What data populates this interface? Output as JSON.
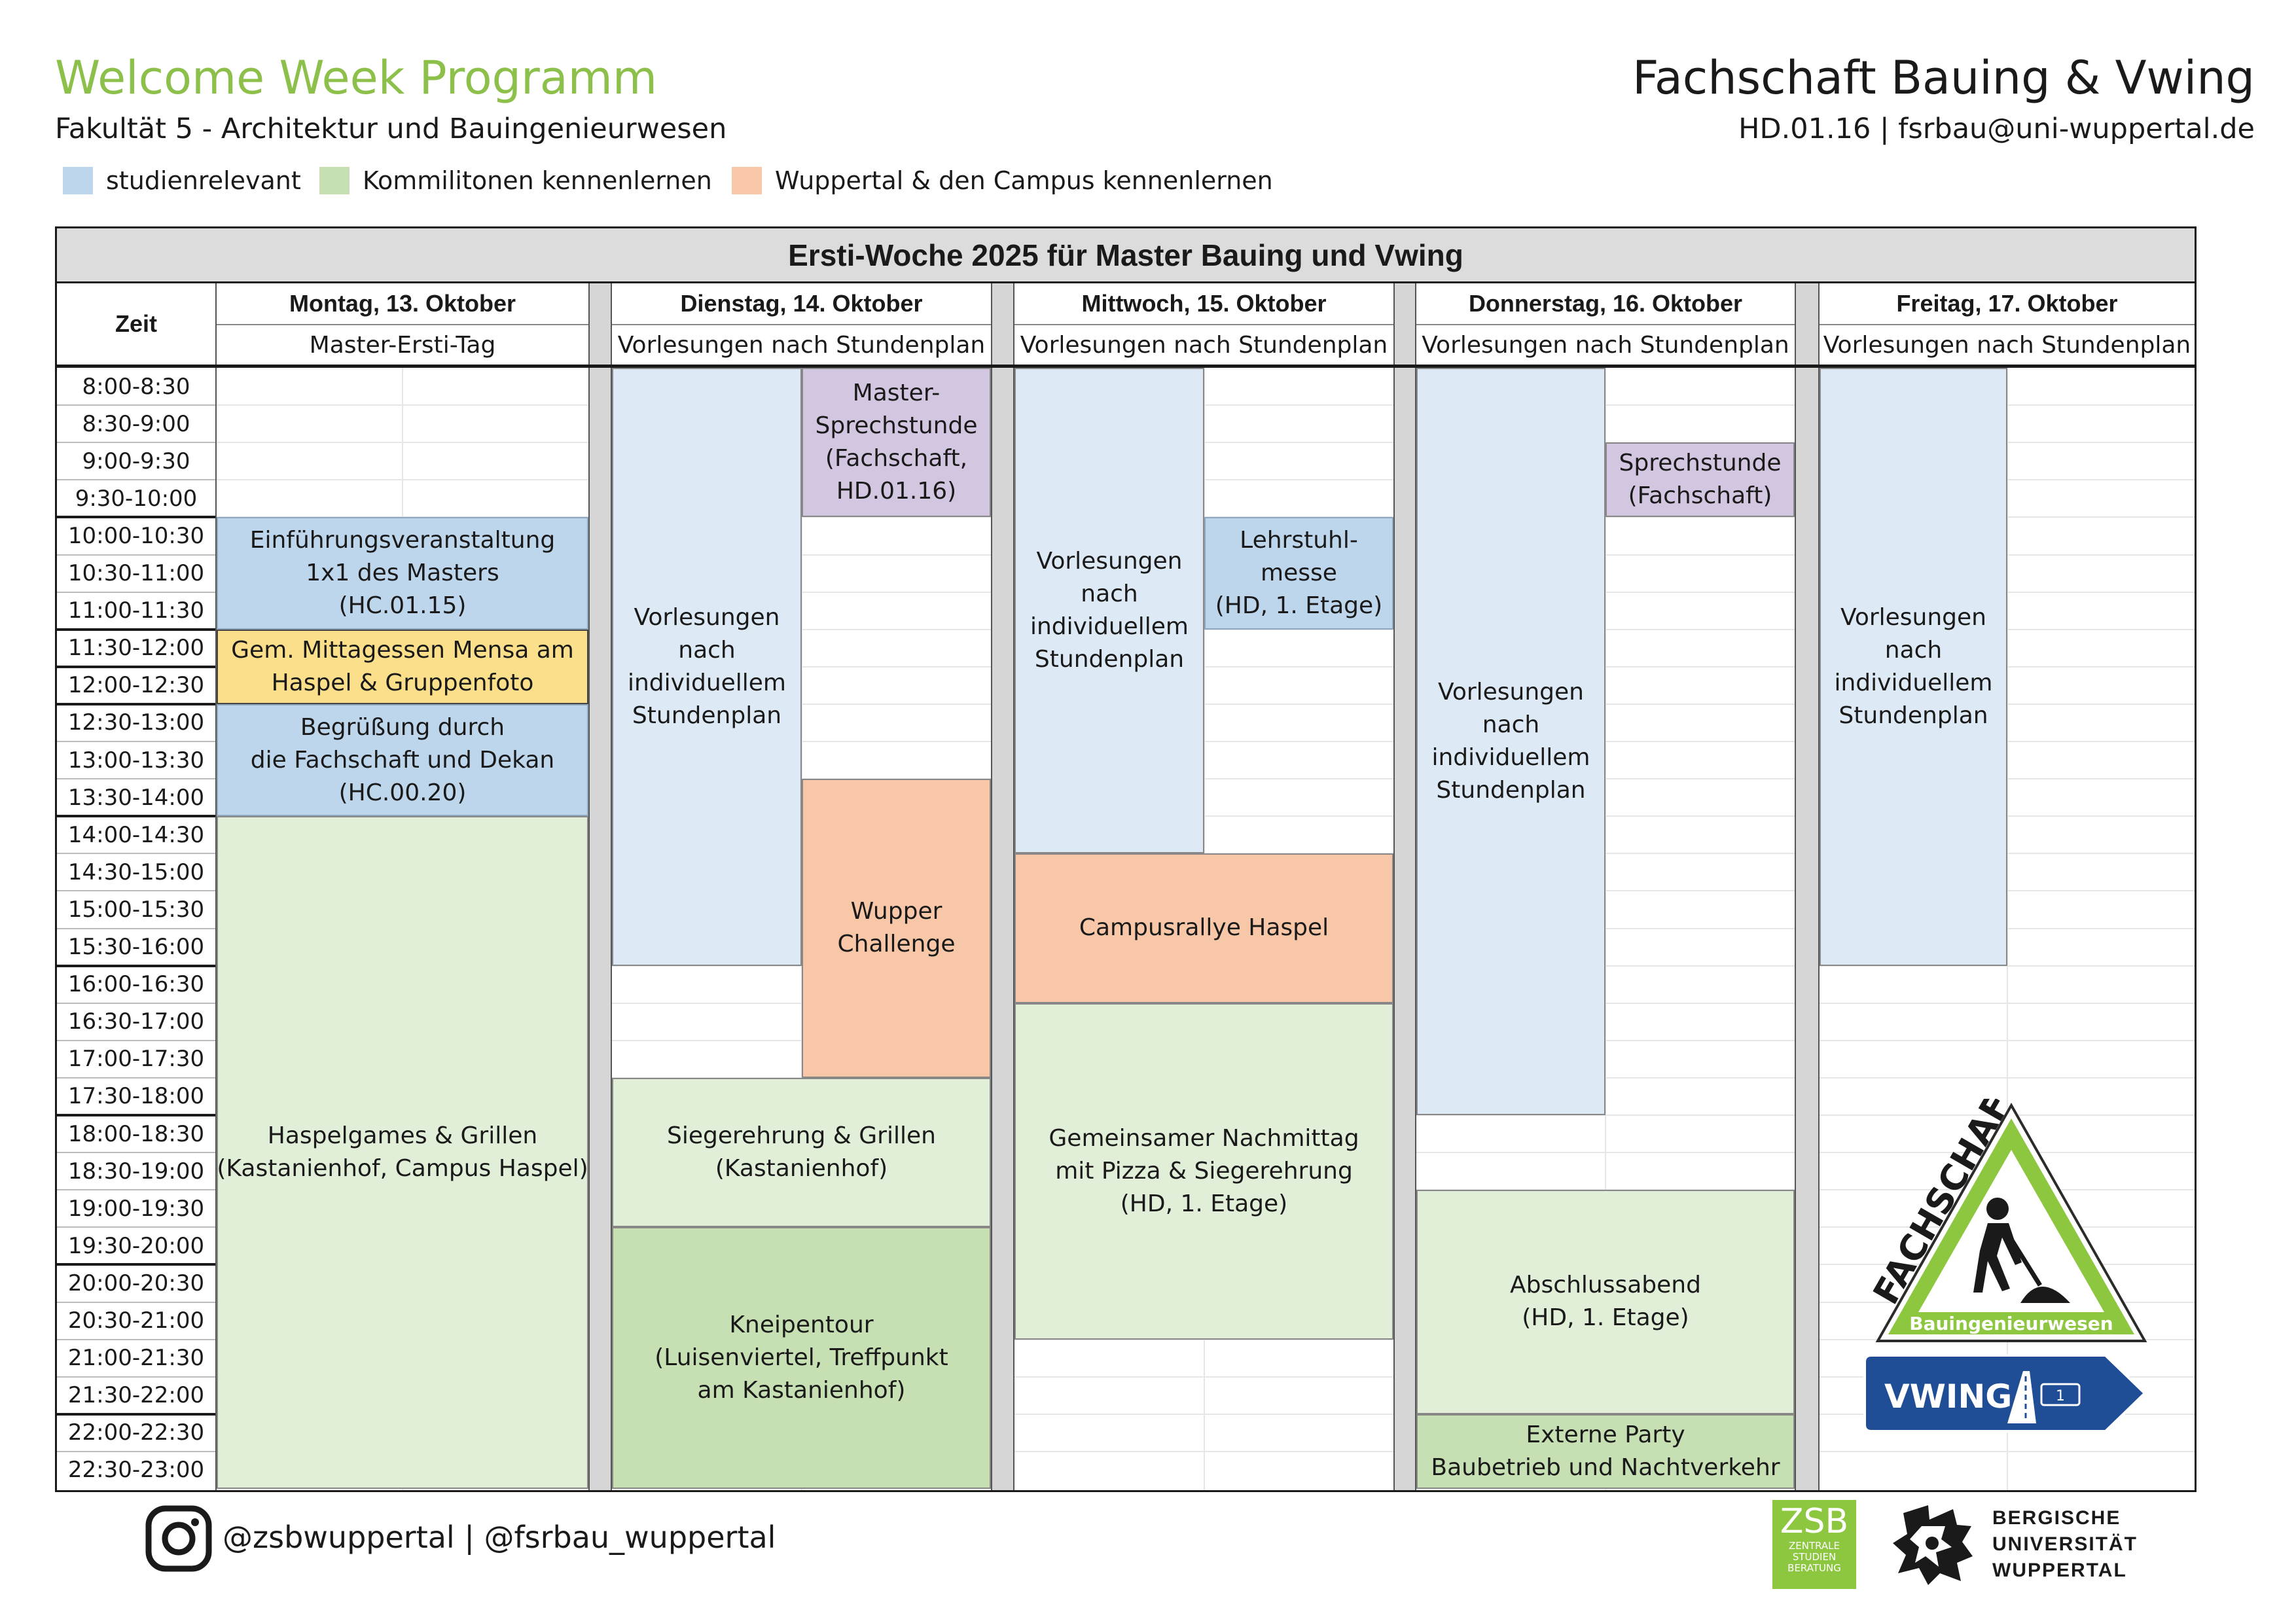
{
  "header": {
    "title": "Welcome Week Programm",
    "subtitle": "Fakultät 5 - Architektur und Bauingenieurwesen",
    "org_name": "Fachschaft Bauing & Vwing",
    "org_contact": "HD.01.16 | fsrbau@uni-wuppertal.de"
  },
  "legend": [
    {
      "label": "studienrelevant",
      "color": "#bed6ec"
    },
    {
      "label": "Kommilitonen kennenlernen",
      "color": "#c6e0b4"
    },
    {
      "label": "Wuppertal & den Campus kennenlernen",
      "color": "#f7c7a8"
    }
  ],
  "schedule": {
    "title": "Ersti-Woche 2025 für Master Bauing und Vwing",
    "time_header": "Zeit",
    "days": [
      {
        "name": "Montag, 13. Oktober",
        "subtitle": "Master-Ersti-Tag"
      },
      {
        "name": "Dienstag, 14. Oktober",
        "subtitle": "Vorlesungen nach Stundenplan"
      },
      {
        "name": "Mittwoch, 15. Oktober",
        "subtitle": "Vorlesungen nach Stundenplan"
      },
      {
        "name": "Donnerstag, 16. Oktober",
        "subtitle": "Vorlesungen nach Stundenplan"
      },
      {
        "name": "Freitag, 17. Oktober",
        "subtitle": "Vorlesungen nach Stundenplan"
      }
    ],
    "time_slots": [
      "8:00-8:30",
      "8:30-9:00",
      "9:00-9:30",
      "9:30-10:00",
      "10:00-10:30",
      "10:30-11:00",
      "11:00-11:30",
      "11:30-12:00",
      "12:00-12:30",
      "12:30-13:00",
      "13:00-13:30",
      "13:30-14:00",
      "14:00-14:30",
      "14:30-15:00",
      "15:00-15:30",
      "15:30-16:00",
      "16:00-16:30",
      "16:30-17:00",
      "17:00-17:30",
      "17:30-18:00",
      "18:00-18:30",
      "18:30-19:00",
      "19:00-19:30",
      "19:30-20:00",
      "20:00-20:30",
      "20:30-21:00",
      "21:00-21:30",
      "21:30-22:00",
      "22:00-22:30",
      "22:30-23:00"
    ],
    "events": [
      {
        "day": 0,
        "half": "full",
        "start": "10:00",
        "end": "11:30",
        "color": "#bed6ec",
        "lines": [
          "Einführungsveranstaltung",
          "1x1 des Masters",
          "(HC.01.15)"
        ]
      },
      {
        "day": 0,
        "half": "full",
        "start": "11:30",
        "end": "12:30",
        "color": "#fbdf8a",
        "lines": [
          "Gem. Mittagessen Mensa am",
          "Haspel & Gruppenfoto"
        ]
      },
      {
        "day": 0,
        "half": "full",
        "start": "12:30",
        "end": "14:00",
        "color": "#bed6ec",
        "lines": [
          "Begrüßung durch",
          "die Fachschaft und Dekan",
          "(HC.00.20)"
        ]
      },
      {
        "day": 0,
        "half": "full",
        "start": "14:00",
        "end": "23:00",
        "color": "#e2efd8",
        "lines": [
          "Haspelgames & Grillen",
          "(Kastanienhof, Campus Haspel)"
        ]
      },
      {
        "day": 1,
        "half": "left",
        "start": "8:00",
        "end": "16:00",
        "color": "#ddeaf5",
        "lines": [
          "Vorlesungen",
          "nach",
          "individuellem",
          "Stundenplan"
        ]
      },
      {
        "day": 1,
        "half": "right",
        "start": "8:00",
        "end": "10:00",
        "color": "#d3c6e0",
        "lines": [
          "Master-",
          "Sprechstunde",
          "(Fachschaft,",
          "HD.01.16)"
        ]
      },
      {
        "day": 1,
        "half": "right",
        "start": "13:30",
        "end": "17:30",
        "color": "#f7c7a8",
        "lines": [
          "Wupper",
          "Challenge"
        ]
      },
      {
        "day": 1,
        "half": "full",
        "start": "17:30",
        "end": "19:30",
        "color": "#e2efd8",
        "lines": [
          "Siegerehrung & Grillen",
          "(Kastanienhof)"
        ]
      },
      {
        "day": 1,
        "half": "full",
        "start": "19:30",
        "end": "23:00",
        "color": "#c6e0b4",
        "lines": [
          "Kneipentour",
          "(Luisenviertel, Treffpunkt",
          "am Kastanienhof)"
        ]
      },
      {
        "day": 2,
        "half": "left",
        "start": "8:00",
        "end": "14:30",
        "color": "#ddeaf5",
        "lines": [
          "Vorlesungen",
          "nach",
          "individuellem",
          "Stundenplan"
        ]
      },
      {
        "day": 2,
        "half": "right",
        "start": "10:00",
        "end": "11:30",
        "color": "#bed6ec",
        "lines": [
          "Lehrstuhl-",
          "messe",
          "(HD, 1. Etage)"
        ]
      },
      {
        "day": 2,
        "half": "full",
        "start": "14:30",
        "end": "16:30",
        "color": "#f7c7a8",
        "lines": [
          "Campusrallye Haspel"
        ]
      },
      {
        "day": 2,
        "half": "full",
        "start": "16:30",
        "end": "21:00",
        "color": "#e2efd8",
        "lines": [
          "Gemeinsamer Nachmittag",
          "mit Pizza & Siegerehrung",
          "(HD, 1. Etage)"
        ]
      },
      {
        "day": 3,
        "half": "left",
        "start": "8:00",
        "end": "18:00",
        "color": "#ddeaf5",
        "lines": [
          "Vorlesungen",
          "nach",
          "individuellem",
          "Stundenplan"
        ]
      },
      {
        "day": 3,
        "half": "right",
        "start": "9:00",
        "end": "10:00",
        "color": "#d3c6e0",
        "lines": [
          "Sprechstunde",
          "(Fachschaft)"
        ]
      },
      {
        "day": 3,
        "half": "full",
        "start": "19:00",
        "end": "22:00",
        "color": "#e2efd8",
        "lines": [
          "Abschlussabend",
          "(HD, 1. Etage)"
        ]
      },
      {
        "day": 3,
        "half": "full",
        "start": "22:00",
        "end": "23:00",
        "color": "#c6e0b4",
        "lines": [
          "Externe Party",
          "Baubetrieb und Nachtverkehr"
        ]
      },
      {
        "day": 4,
        "half": "left",
        "start": "8:00",
        "end": "16:00",
        "color": "#ddeaf5",
        "lines": [
          "Vorlesungen",
          "nach",
          "individuellem",
          "Stundenplan"
        ]
      }
    ]
  },
  "logo": {
    "fachschaft_text": "FACHSCHAFT",
    "bauing_text": "Bauingenieurwesen",
    "vwing_text": "VWING",
    "road_number": "1",
    "icon": "construction-worker-sign-icon"
  },
  "footer": {
    "social_icon": "instagram-icon",
    "social_text": "@zsbwuppertal | @fsrbau_wuppertal",
    "zsb_abbr": "ZSB",
    "zsb_lines": [
      "ZENTRALE",
      "STUDIEN",
      "BERATUNG"
    ],
    "university_lines": [
      "BERGISCHE",
      "UNIVERSITÄT",
      "WUPPERTAL"
    ],
    "university_icon": "university-crest-icon"
  }
}
